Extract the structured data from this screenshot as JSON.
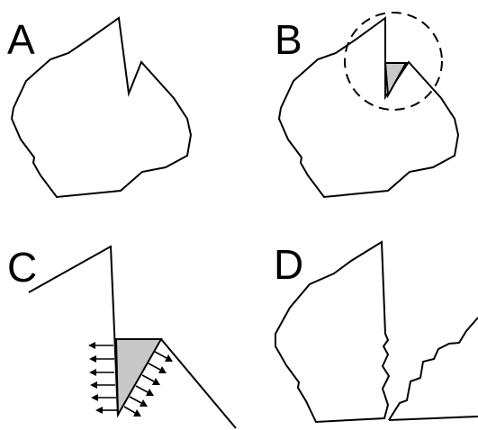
{
  "panels": [
    {
      "id": "A",
      "label": "A"
    },
    {
      "id": "B",
      "label": "B"
    },
    {
      "id": "C",
      "label": "C"
    },
    {
      "id": "D",
      "label": "D"
    }
  ],
  "colors": {
    "outline": "#000000",
    "wedge_fill": "#c8c8c8",
    "background": "#ffffff"
  }
}
